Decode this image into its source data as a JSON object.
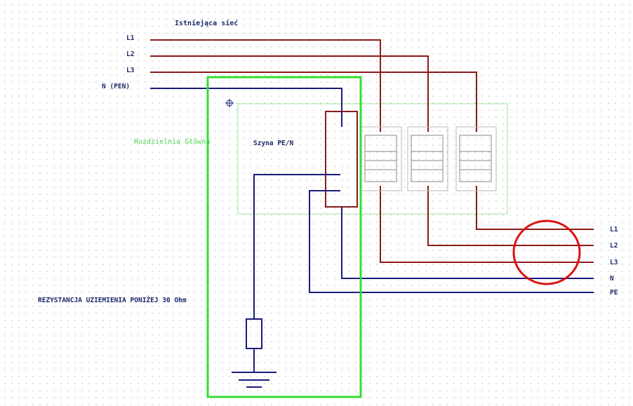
{
  "diagram": {
    "network_title": "Istniejąca sieć",
    "incoming_lines": [
      "L1",
      "L2",
      "L3",
      "N (PEN)"
    ],
    "switchboard_label": "Rozdzielnia Główna",
    "busbar_label": "Szyna PE/N",
    "grounding_note": "REZYSTANCJA UZIEMIENIA PONIŻEJ 30 Ohm",
    "outgoing_lines": [
      "L1",
      "L2",
      "L3",
      "N",
      "PE"
    ]
  },
  "colors": {
    "phase": "#8b1a1a",
    "neutral": "#1a1a7a",
    "highlight_green": "#33dd33",
    "board_outline": "#9ee59e",
    "circle_red": "#dd1111"
  }
}
